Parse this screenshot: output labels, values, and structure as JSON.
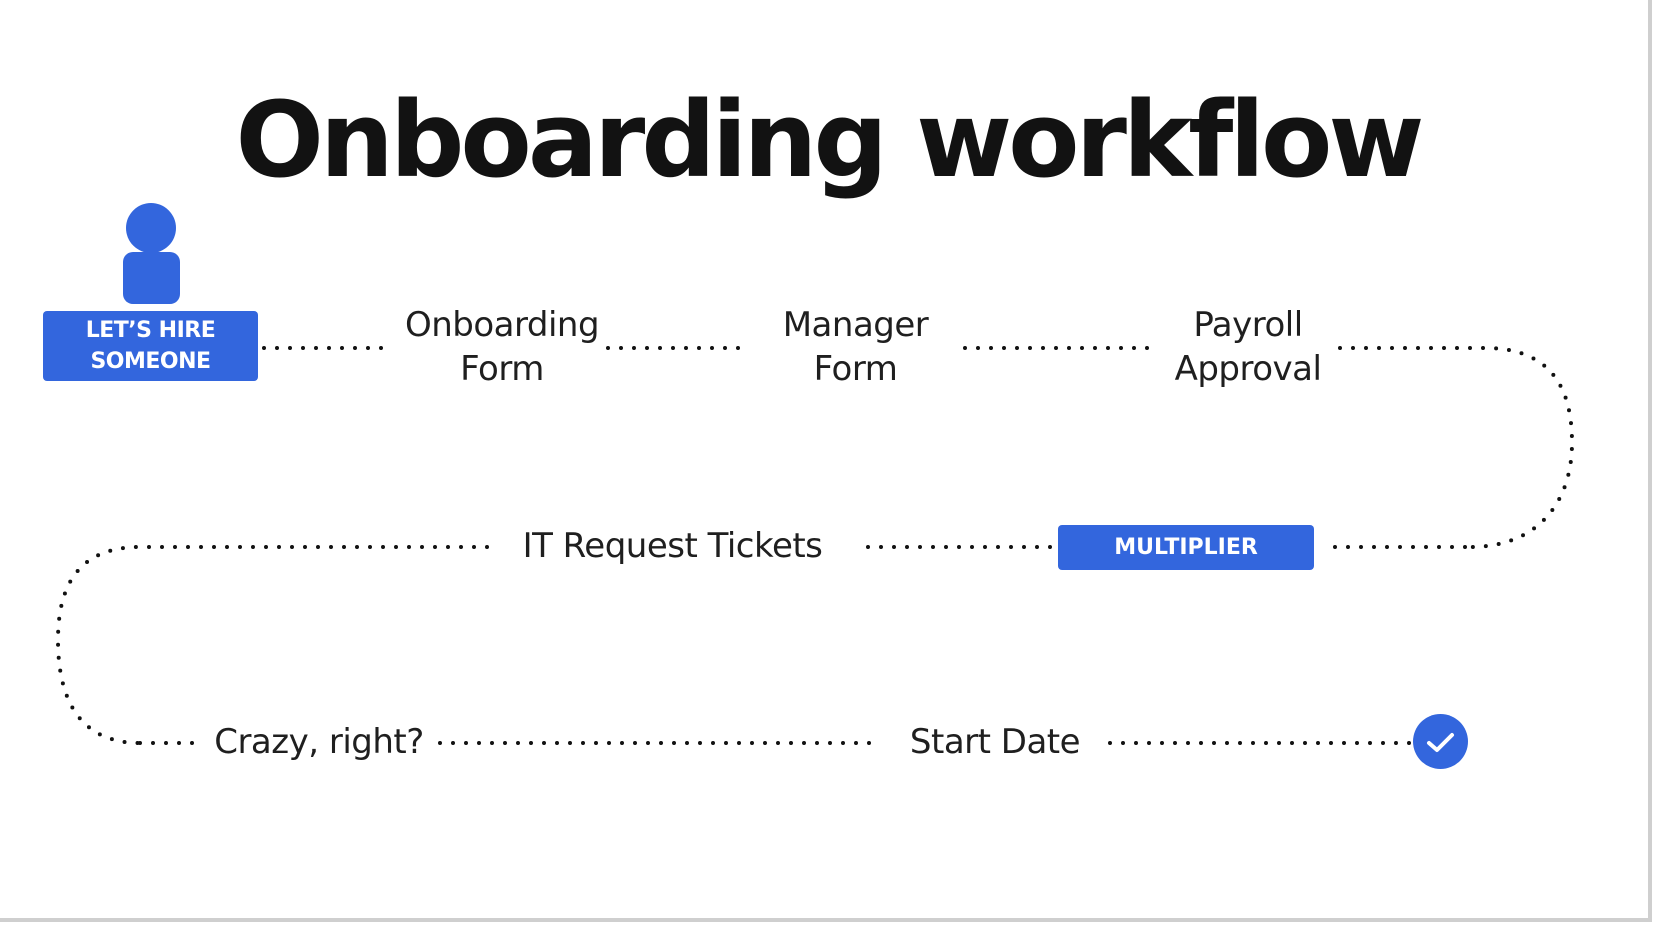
{
  "title": "Onboarding workflow",
  "start": {
    "label_line1": "LET’S HIRE",
    "label_line2": "SOMEONE",
    "icon": "person-icon"
  },
  "steps": [
    {
      "line1": "Onboarding",
      "line2": "Form"
    },
    {
      "line1": "Manager",
      "line2": "Form"
    },
    {
      "line1": "Payroll",
      "line2": "Approval"
    }
  ],
  "multiplier": "MULTIPLIER",
  "it_tickets": "IT Request Tickets",
  "crazy": "Crazy, right?",
  "start_date": "Start Date",
  "end": {
    "icon": "checkmark-icon"
  },
  "colors": {
    "accent": "#3366dd",
    "text": "#1f1f1f",
    "title": "#121212",
    "dots": "#111111"
  }
}
